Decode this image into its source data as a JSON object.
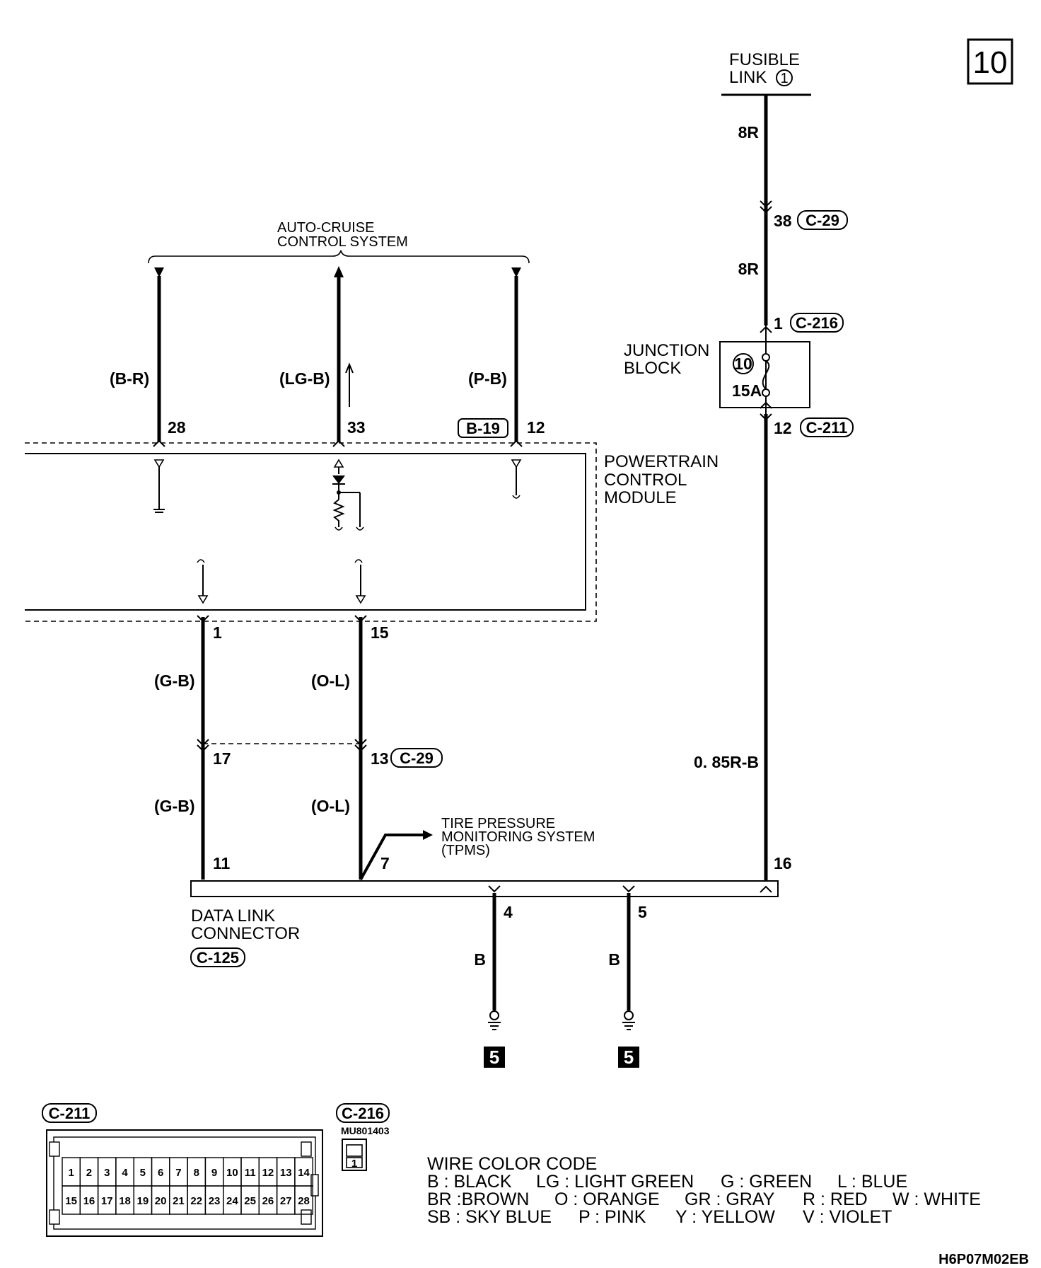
{
  "page_number": "10",
  "fusible_link": {
    "line1": "FUSIBLE",
    "line2": "LINK",
    "number": "1"
  },
  "auto_cruise": {
    "line1": "AUTO-CRUISE",
    "line2": "CONTROL SYSTEM"
  },
  "junction_block": {
    "line1": "JUNCTION",
    "line2": "BLOCK",
    "fuse_number": "10",
    "fuse_rating": "15A"
  },
  "pcm": {
    "line1": "POWERTRAIN",
    "line2": "CONTROL",
    "line3": "MODULE"
  },
  "tpms": {
    "line1": "TIRE PRESSURE",
    "line2": "MONITORING SYSTEM",
    "line3": "(TPMS)"
  },
  "dlc": {
    "line1": "DATA LINK",
    "line2": "CONNECTOR",
    "code": "C-125"
  },
  "wire_colors": {
    "fusible_top": "8R",
    "fusible_mid": "8R",
    "b_r": "(B-R)",
    "lg_b": "(LG-B)",
    "p_b": "(P-B)",
    "g_b_upper": "(G-B)",
    "o_l_upper": "(O-L)",
    "g_b_lower": "(G-B)",
    "o_l_lower": "(O-L)",
    "r_b": "0. 85R-B",
    "ground_4": "B",
    "ground_5": "B"
  },
  "pins": {
    "c29_38": "38",
    "c216_1": "1",
    "c211_12": "12",
    "p28": "28",
    "p33": "33",
    "p12": "12",
    "p1": "1",
    "p15": "15",
    "p17": "17",
    "p13": "13",
    "p11": "11",
    "p7": "7",
    "p16": "16",
    "p4": "4",
    "p5": "5"
  },
  "connector_codes": {
    "c29_top": "C-29",
    "c216": "C-216",
    "c211": "C-211",
    "b19": "B-19",
    "c29_low": "C-29"
  },
  "ground_refs": {
    "g4": "5",
    "g5": "5"
  },
  "c211_view": {
    "code": "C-211",
    "row1": [
      "1",
      "2",
      "3",
      "4",
      "5",
      "6",
      "7",
      "8",
      "9",
      "10",
      "11",
      "12",
      "13",
      "14"
    ],
    "row2": [
      "15",
      "16",
      "17",
      "18",
      "19",
      "20",
      "21",
      "22",
      "23",
      "24",
      "25",
      "26",
      "27",
      "28"
    ]
  },
  "c216_view": {
    "code": "C-216",
    "part_number": "MU801403",
    "pin": "1"
  },
  "legend": {
    "title": "WIRE COLOR CODE",
    "rows": [
      [
        "B : BLACK",
        "LG : LIGHT GREEN",
        "G : GREEN",
        "L : BLUE"
      ],
      [
        "BR :BROWN",
        "O : ORANGE",
        "GR : GRAY",
        "R : RED",
        "W : WHITE"
      ],
      [
        "SB : SKY BLUE",
        "P : PINK",
        "Y : YELLOW",
        "V : VIOLET"
      ]
    ]
  },
  "figure_code": "H6P07M02EB"
}
